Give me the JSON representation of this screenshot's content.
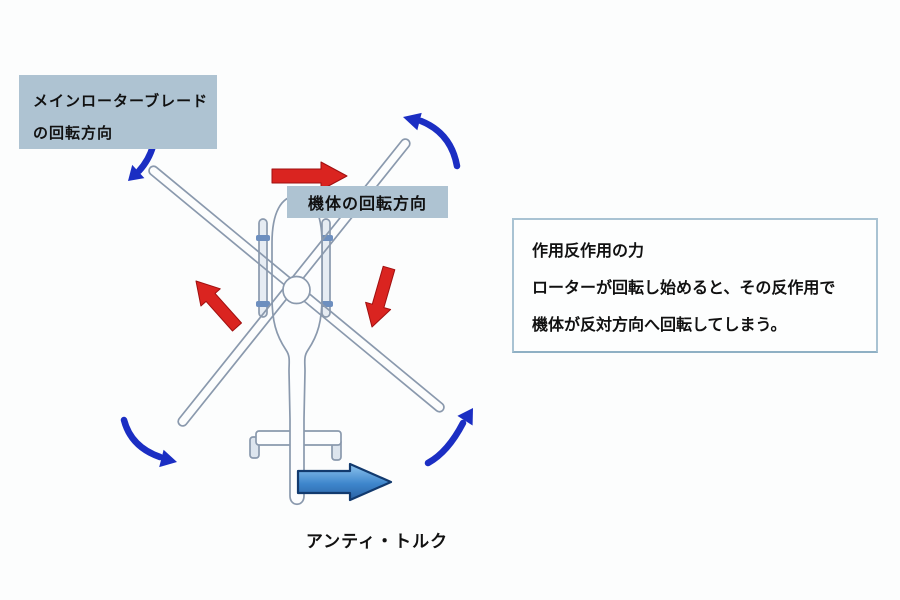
{
  "background": "#fcfdfd",
  "boxes": {
    "main_rotor": {
      "line1": "メインローターブレード",
      "line2": "の回転方向",
      "bg_color": "#aec3d2"
    },
    "body_rotation": {
      "text": "機体の回転方向",
      "bg_color": "#aec3d2"
    },
    "action_reaction": {
      "line1": "作用反作用の力",
      "line2": "ローターが回転し始めると、その反作用で",
      "line3": "機体が反対方向へ回転してしまう。",
      "border_color": "#a9c3d3"
    }
  },
  "caption": {
    "anti_torque": "アンティ・トルク"
  },
  "diagram": {
    "colors": {
      "outline": "#8a99ad",
      "blade_arrow_blue": "#1b2ec3",
      "body_arrow_red": "#da2420",
      "body_arrow_red_edge": "#a01010",
      "anti_torque_stroke": "#123a6e",
      "skid_mark_blue": "#6d8fbf"
    }
  }
}
